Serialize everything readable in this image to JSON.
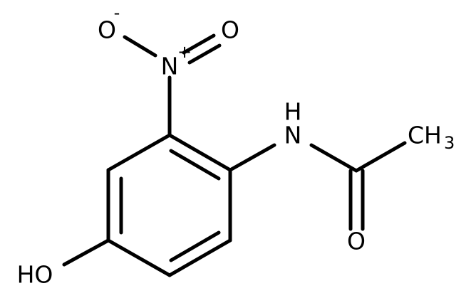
{
  "molecule": {
    "atoms": {
      "o_minus": {
        "symbol": "O",
        "charge": "-"
      },
      "o_double": {
        "symbol": "O"
      },
      "n_plus": {
        "symbol": "N",
        "charge": "+"
      },
      "nh": {
        "symbol": "H"
      },
      "n_amide": {
        "symbol": "N"
      },
      "ch3": {
        "symbol": "CH",
        "subscript": "3"
      },
      "o_carbonyl": {
        "symbol": "O"
      },
      "ho": {
        "symbol": "HO"
      }
    },
    "colors": {
      "bond": "#000000",
      "label": "#000000",
      "background": "#ffffff"
    }
  }
}
